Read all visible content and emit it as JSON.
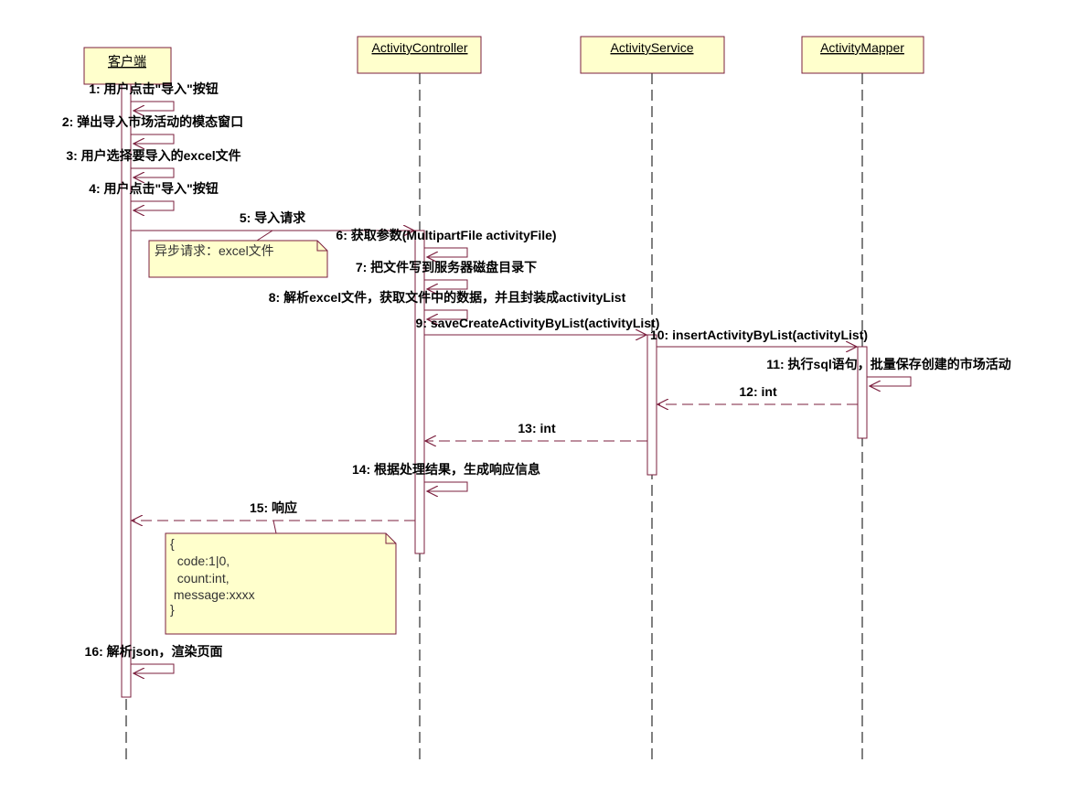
{
  "diagram": {
    "colors": {
      "line": "#7b1f3e",
      "box_fill": "#ffffcc"
    },
    "participants": [
      {
        "id": "client",
        "label": "客户端"
      },
      {
        "id": "controller",
        "label": "ActivityController"
      },
      {
        "id": "service",
        "label": "ActivityService"
      },
      {
        "id": "mapper",
        "label": "ActivityMapper"
      }
    ],
    "messages": [
      {
        "label": "1: 用户点击\"导入\"按钮",
        "from": "client",
        "to": "client",
        "kind": "self"
      },
      {
        "label": "2: 弹出导入市场活动的模态窗口",
        "from": "client",
        "to": "client",
        "kind": "self"
      },
      {
        "label": "3: 用户选择要导入的excel文件",
        "from": "client",
        "to": "client",
        "kind": "self"
      },
      {
        "label": "4: 用户点击\"导入\"按钮",
        "from": "client",
        "to": "client",
        "kind": "self"
      },
      {
        "label": "5: 导入请求",
        "from": "client",
        "to": "controller",
        "kind": "call"
      },
      {
        "label": "6: 获取参数(MultipartFile activityFile)",
        "from": "controller",
        "to": "controller",
        "kind": "self"
      },
      {
        "label": "7: 把文件写到服务器磁盘目录下",
        "from": "controller",
        "to": "controller",
        "kind": "self"
      },
      {
        "label": "8: 解析excel文件，获取文件中的数据，并且封装成activityList",
        "from": "controller",
        "to": "controller",
        "kind": "self"
      },
      {
        "label": "9: saveCreateActivityByList(activityList)",
        "from": "controller",
        "to": "service",
        "kind": "call"
      },
      {
        "label": "10: insertActivityByList(activityList)",
        "from": "service",
        "to": "mapper",
        "kind": "call"
      },
      {
        "label": "11: 执行sql语句，批量保存创建的市场活动",
        "from": "mapper",
        "to": "mapper",
        "kind": "self"
      },
      {
        "label": "12: int",
        "from": "mapper",
        "to": "service",
        "kind": "return"
      },
      {
        "label": "13: int",
        "from": "service",
        "to": "controller",
        "kind": "return"
      },
      {
        "label": "14: 根据处理结果，生成响应信息",
        "from": "controller",
        "to": "controller",
        "kind": "self"
      },
      {
        "label": "15: 响应",
        "from": "controller",
        "to": "client",
        "kind": "return"
      },
      {
        "label": "16: 解析json，渲染页面",
        "from": "client",
        "to": "client",
        "kind": "self"
      }
    ],
    "notes": [
      {
        "lines": [
          "异步请求：excel文件"
        ]
      },
      {
        "lines": [
          "{",
          "  code:1|0,",
          "  count:int,",
          " message:xxxx",
          "}"
        ]
      }
    ]
  }
}
